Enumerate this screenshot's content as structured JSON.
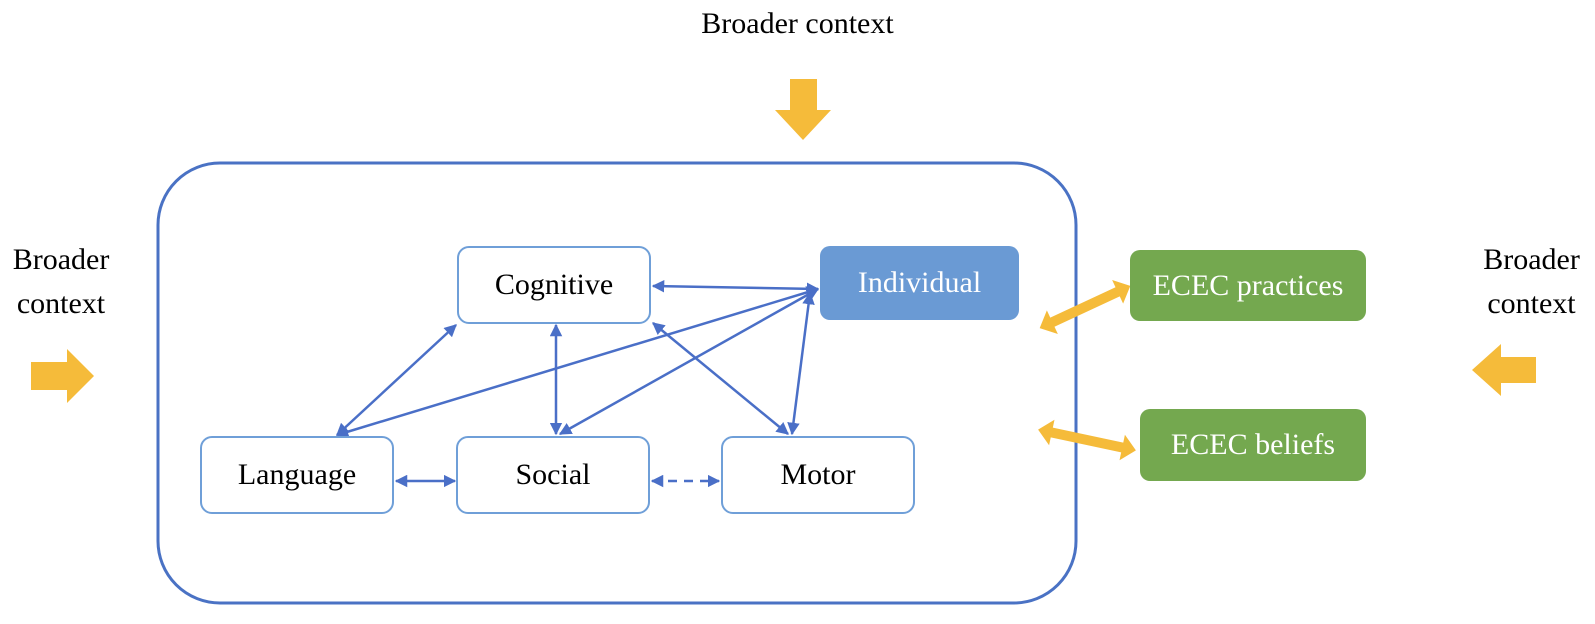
{
  "context": {
    "top": "Broader context",
    "left": [
      "Broader",
      "context"
    ],
    "right": [
      "Broader",
      "context"
    ]
  },
  "nodes": {
    "cognitive": "Cognitive",
    "individual": "Individual",
    "language": "Language",
    "social": "Social",
    "motor": "Motor",
    "ecec_practices": "ECEC practices",
    "ecec_beliefs": "ECEC beliefs"
  },
  "colors": {
    "frame": "#4a72c4",
    "connector": "#4a6fc7",
    "node_border": "#6f9fd8",
    "individual_fill": "#6a9ad4",
    "ecec_fill": "#74a84f",
    "context_arrow": "#f5bb3a"
  }
}
